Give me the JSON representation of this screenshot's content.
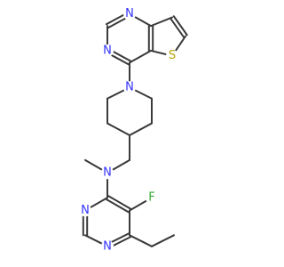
{
  "molecule": {
    "labels": {
      "n_pyr_top": "N",
      "n_pyr_left": "N",
      "s_thiophene": "S",
      "n_piperidine": "N",
      "n_amine": "N",
      "f_fluoro": "F",
      "n_pym2_left": "N",
      "n_pym2_bottom": "N"
    },
    "colors": {
      "nitrogen": "#3333ff",
      "sulfur": "#b8a000",
      "fluorine": "#33aa33",
      "bond": "#3a3a3a"
    }
  }
}
